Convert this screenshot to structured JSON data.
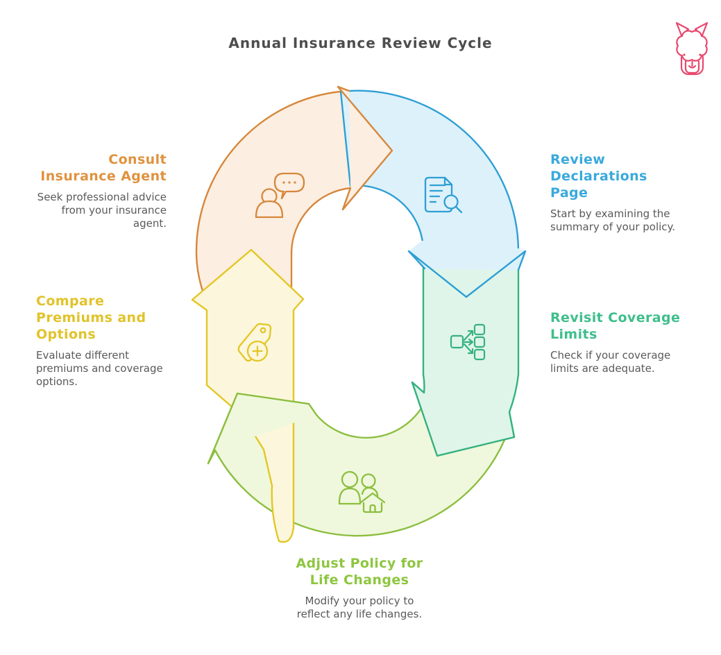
{
  "title": "Annual Insurance Review Cycle",
  "logo": {
    "name": "alpaca-logo",
    "color": "#E8486E"
  },
  "cycle_colors": {
    "consult": {
      "stroke": "#D6873C",
      "fill": "#FCEEE1"
    },
    "review": {
      "stroke": "#2E9FD4",
      "fill": "#DDF1FB"
    },
    "revisit": {
      "stroke": "#35B27D",
      "fill": "#DFF5EA"
    },
    "adjust": {
      "stroke": "#8CBE3F",
      "fill": "#EFF8DC"
    },
    "compare": {
      "stroke": "#E3C626",
      "fill": "#FCF7DC"
    }
  },
  "steps": [
    {
      "id": "review-declarations",
      "title": "Review\nDeclarations\nPage",
      "description": "Start by examining the\nsummary of your policy.",
      "color": "#39A9DC",
      "icon": "document-search-icon"
    },
    {
      "id": "revisit-coverage-limits",
      "title": "Revisit Coverage\nLimits",
      "description": "Check if your coverage\nlimits are adequate.",
      "color": "#3EBE8C",
      "icon": "coverage-branches-icon"
    },
    {
      "id": "adjust-policy-life-changes",
      "title": "Adjust Policy for\nLife Changes",
      "description": "Modify your policy to\nreflect any life changes.",
      "color": "#8DC63F",
      "icon": "family-home-icon"
    },
    {
      "id": "compare-premiums-options",
      "title": "Compare\nPremiums and\nOptions",
      "description": "Evaluate different\npremiums and coverage\noptions.",
      "color": "#E1C32A",
      "icon": "price-tag-plus-icon"
    },
    {
      "id": "consult-insurance-agent",
      "title": "Consult\nInsurance Agent",
      "description": "Seek professional advice\nfrom your insurance\nagent.",
      "color": "#E0923F",
      "icon": "agent-chat-icon"
    }
  ]
}
